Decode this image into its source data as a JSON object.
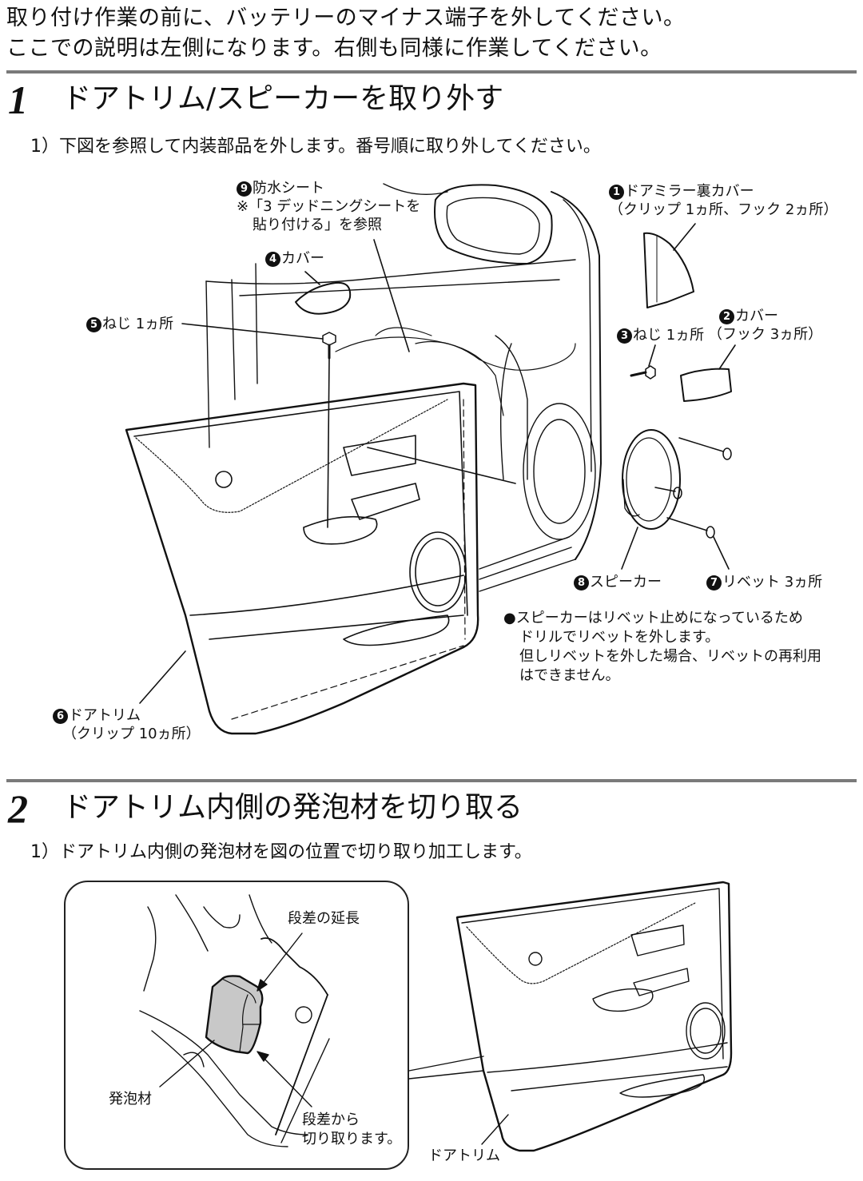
{
  "intro": {
    "line1": "取り付け作業の前に、バッテリーのマイナス端子を外してください。",
    "line2": "ここでの説明は左側になります。右側も同様に作業してください。"
  },
  "section1": {
    "number": "1",
    "title": "ドアトリム/スピーカーを取り外す",
    "step": "1）下図を参照して内装部品を外します。番号順に取り外してください。",
    "labels": {
      "part9": {
        "num": "9",
        "name": "防水シート",
        "note1": "※「3 デッドニングシートを",
        "note2": "貼り付ける」を参照"
      },
      "part4": {
        "num": "4",
        "name": "カバー"
      },
      "part5": {
        "num": "5",
        "name": "ねじ 1ヵ所"
      },
      "part1": {
        "num": "1",
        "name": "ドアミラー裏カバー",
        "detail": "（クリップ 1ヵ所、フック 2ヵ所）"
      },
      "part3": {
        "num": "3",
        "name": "ねじ 1ヵ所"
      },
      "part2": {
        "num": "2",
        "name": "カバー",
        "detail": "（フック 3ヵ所）"
      },
      "part8": {
        "num": "8",
        "name": "スピーカー"
      },
      "part7": {
        "num": "7",
        "name": "リベット 3ヵ所"
      },
      "part6": {
        "num": "6",
        "name": "ドアトリム",
        "detail": "（クリップ 10ヵ所）"
      }
    },
    "note": {
      "bullet": "●",
      "line1": "スピーカーはリベット止めになっているため",
      "line2": "ドリルでリベットを外します。",
      "line3": "但しリベットを外した場合、リベットの再利用",
      "line4": "はできません。"
    }
  },
  "section2": {
    "number": "2",
    "title": "ドアトリム内側の発泡材を切り取る",
    "step": "1）ドアトリム内側の発泡材を図の位置で切り取り加工します。",
    "labels": {
      "step_extension": "段差の延長",
      "foam": "発泡材",
      "cut1": "段差から",
      "cut2": "切り取ります。",
      "door_trim": "ドアトリム"
    }
  },
  "colors": {
    "rule": "#7a7a7a",
    "foam_fill": "#c8c8c8",
    "ink": "#111111"
  }
}
